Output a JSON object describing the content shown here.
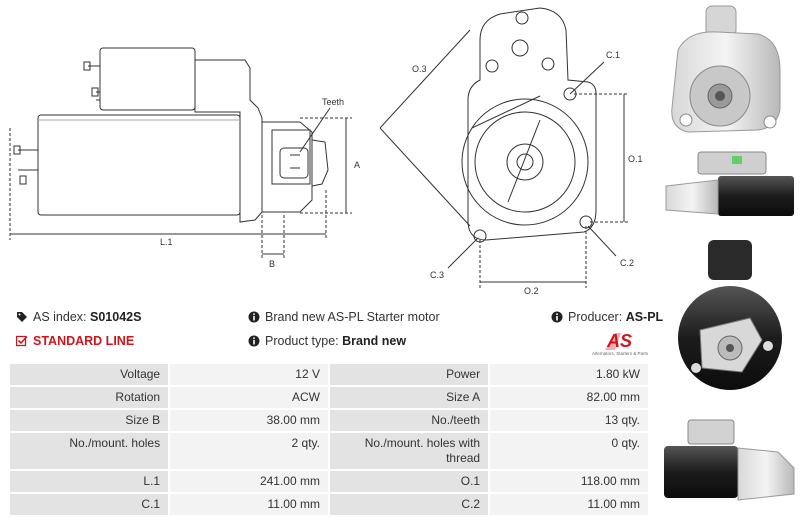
{
  "drawing": {
    "side_labels": {
      "teeth": "Teeth",
      "a": "A",
      "b": "B",
      "l1": "L.1"
    },
    "front_labels": {
      "o3": "O.3",
      "c1": "C.1",
      "o1": "O.1",
      "c3": "C.3",
      "c2": "C.2",
      "o2": "O.2"
    }
  },
  "info": {
    "as_index_label": "AS index:",
    "as_index_value": "S01042S",
    "line_label": "STANDARD LINE",
    "description": "Brand new AS-PL Starter motor",
    "product_type_label": "Product type:",
    "product_type_value": "Brand new",
    "producer_label": "Producer:",
    "producer_value": "AS-PL"
  },
  "logo": {
    "text": "AS",
    "tagline": "Alternators, Starters & Parts"
  },
  "specs": [
    [
      "Voltage",
      "12 V",
      "Power",
      "1.80 kW"
    ],
    [
      "Rotation",
      "ACW",
      "Size A",
      "82.00 mm"
    ],
    [
      "Size B",
      "38.00 mm",
      "No./teeth",
      "13 qty."
    ],
    [
      "No./mount. holes",
      "2 qty.",
      "No./mount. holes with thread",
      "0 qty."
    ],
    [
      "L.1",
      "241.00 mm",
      "O.1",
      "118.00 mm"
    ],
    [
      "C.1",
      "11.00 mm",
      "C.2",
      "11.00 mm"
    ]
  ],
  "icons": {
    "tag": "tag-icon",
    "check": "checkbox-icon",
    "info": "info-icon",
    "brand_red": "#d0141c"
  }
}
